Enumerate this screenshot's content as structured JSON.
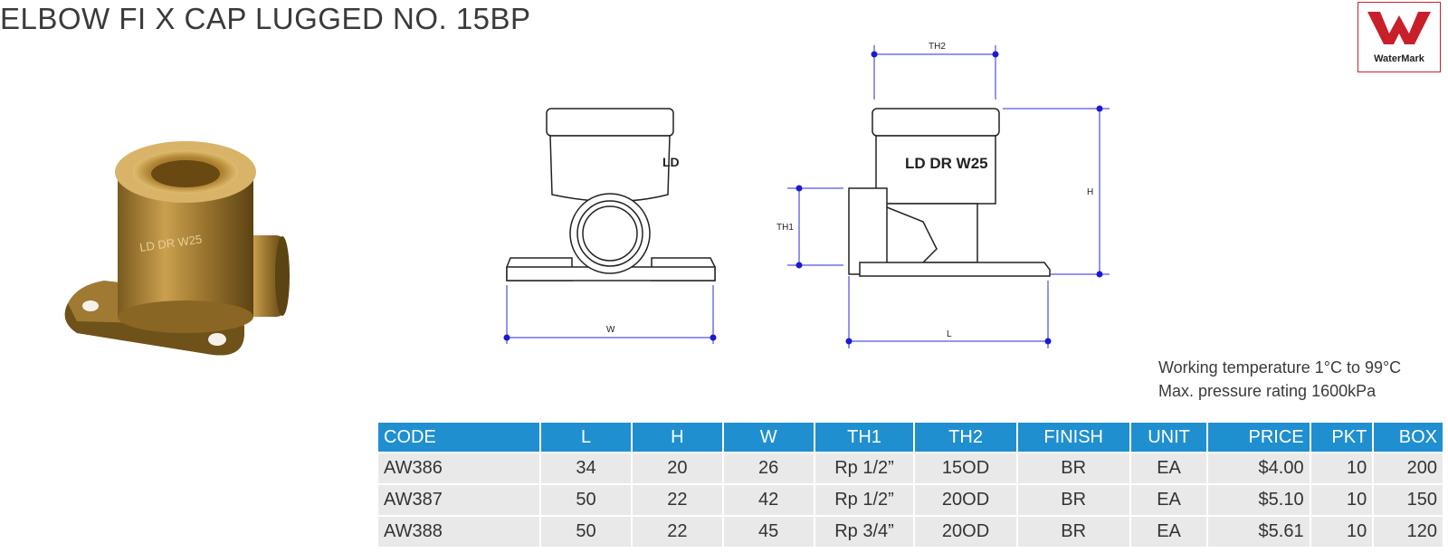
{
  "title": "ELBOW FI X CAP LUGGED NO. 15BP",
  "logo": {
    "text": "WaterMark",
    "color": "#c8202a"
  },
  "drawing_labels": {
    "th2": "TH2",
    "h": "H",
    "th1": "TH1",
    "w": "W",
    "l": "L",
    "body_marking": "LD DR W25"
  },
  "specs": {
    "temperature": "Working temperature 1°C to 99°C",
    "pressure": "Max. pressure rating 1600kPa"
  },
  "table": {
    "header_color": "#1f8fd0",
    "headers": [
      "CODE",
      "L",
      "H",
      "W",
      "TH1",
      "TH2",
      "FINISH",
      "UNIT",
      "PRICE",
      "PKT",
      "BOX"
    ],
    "rows": [
      [
        "AW386",
        "34",
        "20",
        "26",
        "Rp 1/2”",
        "15OD",
        "BR",
        "EA",
        "$4.00",
        "10",
        "200"
      ],
      [
        "AW387",
        "50",
        "22",
        "42",
        "Rp 1/2”",
        "20OD",
        "BR",
        "EA",
        "$5.10",
        "10",
        "150"
      ],
      [
        "AW388",
        "50",
        "22",
        "45",
        "Rp 3/4”",
        "20OD",
        "BR",
        "EA",
        "$5.61",
        "10",
        "120"
      ]
    ]
  }
}
